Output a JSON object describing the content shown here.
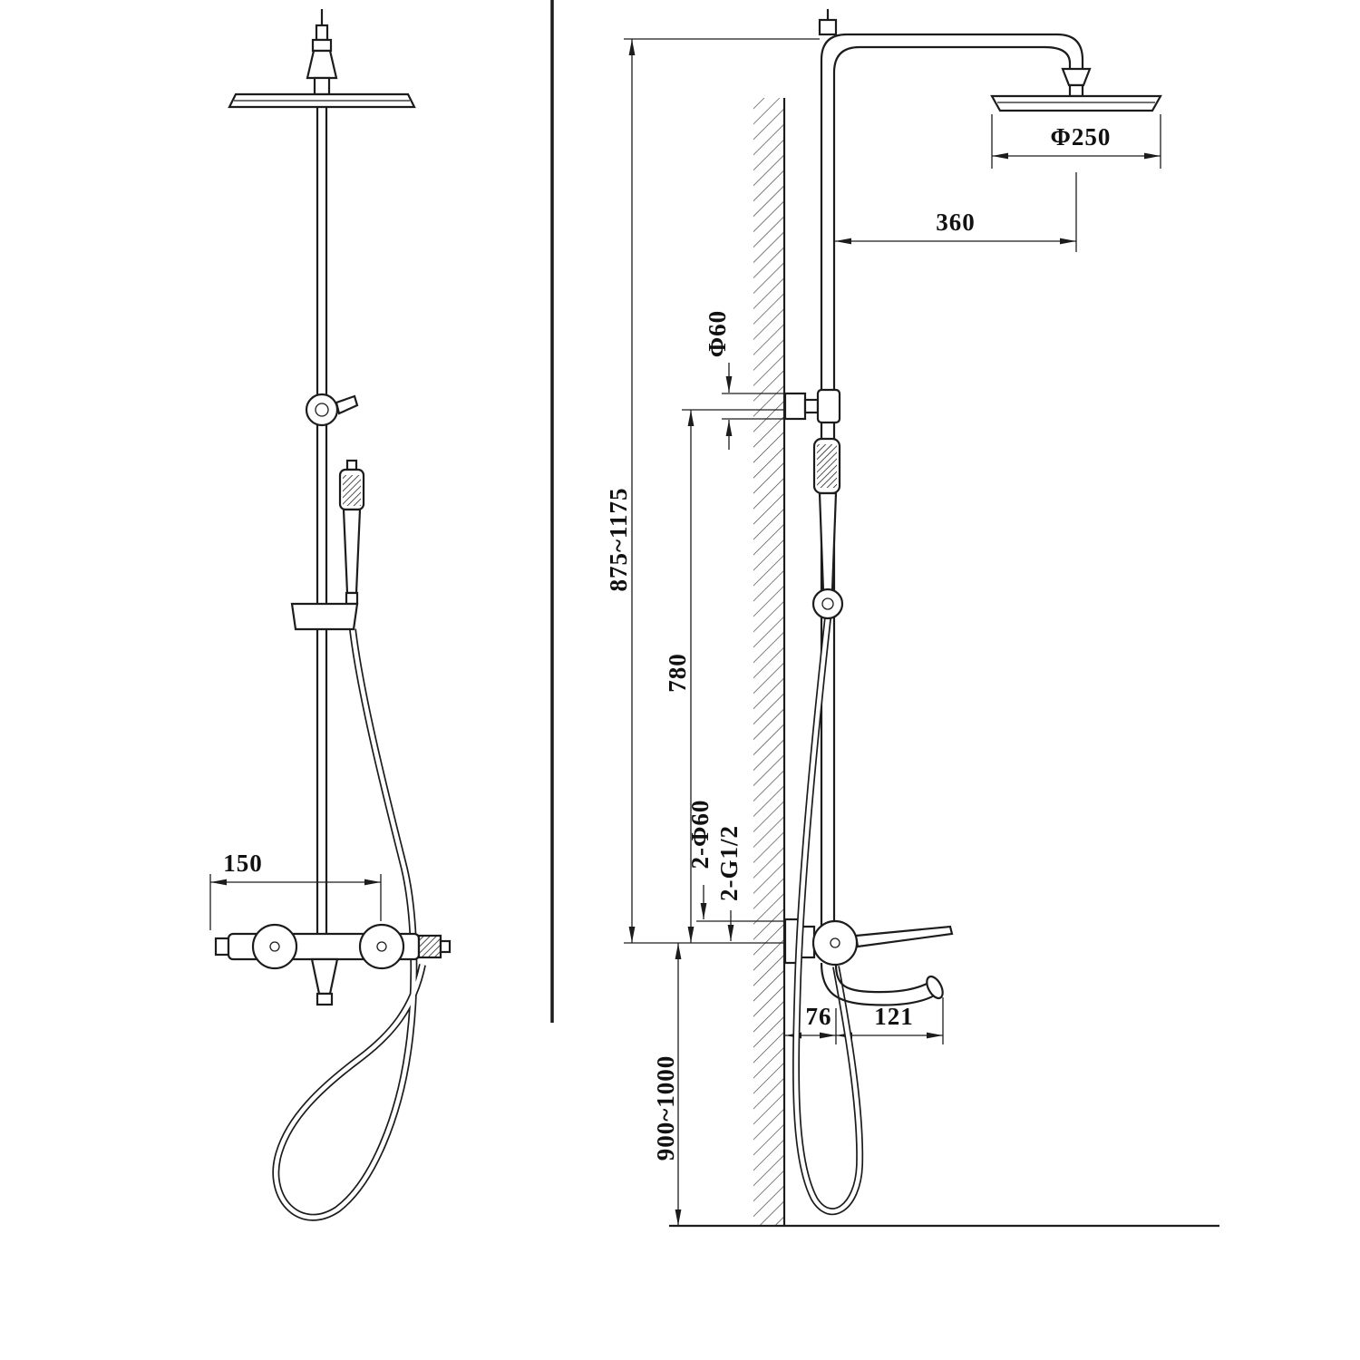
{
  "colors": {
    "line": "#1c1c1c",
    "background": "#ffffff"
  },
  "front_view": {
    "dim_valve_spacing": "150"
  },
  "side_view": {
    "dim_head_diameter": "Φ250",
    "dim_arm_reach": "360",
    "dim_wall_bracket_diameter": "Φ60",
    "dim_riser_height": "875~1175",
    "dim_bracket_to_mixer": "780",
    "dim_inlet_flanges": "2-Φ60",
    "dim_inlet_threads": "2-G1/2",
    "dim_wall_to_riser": "76",
    "dim_spout_reach": "121",
    "dim_mixer_install_height": "900~1000"
  }
}
